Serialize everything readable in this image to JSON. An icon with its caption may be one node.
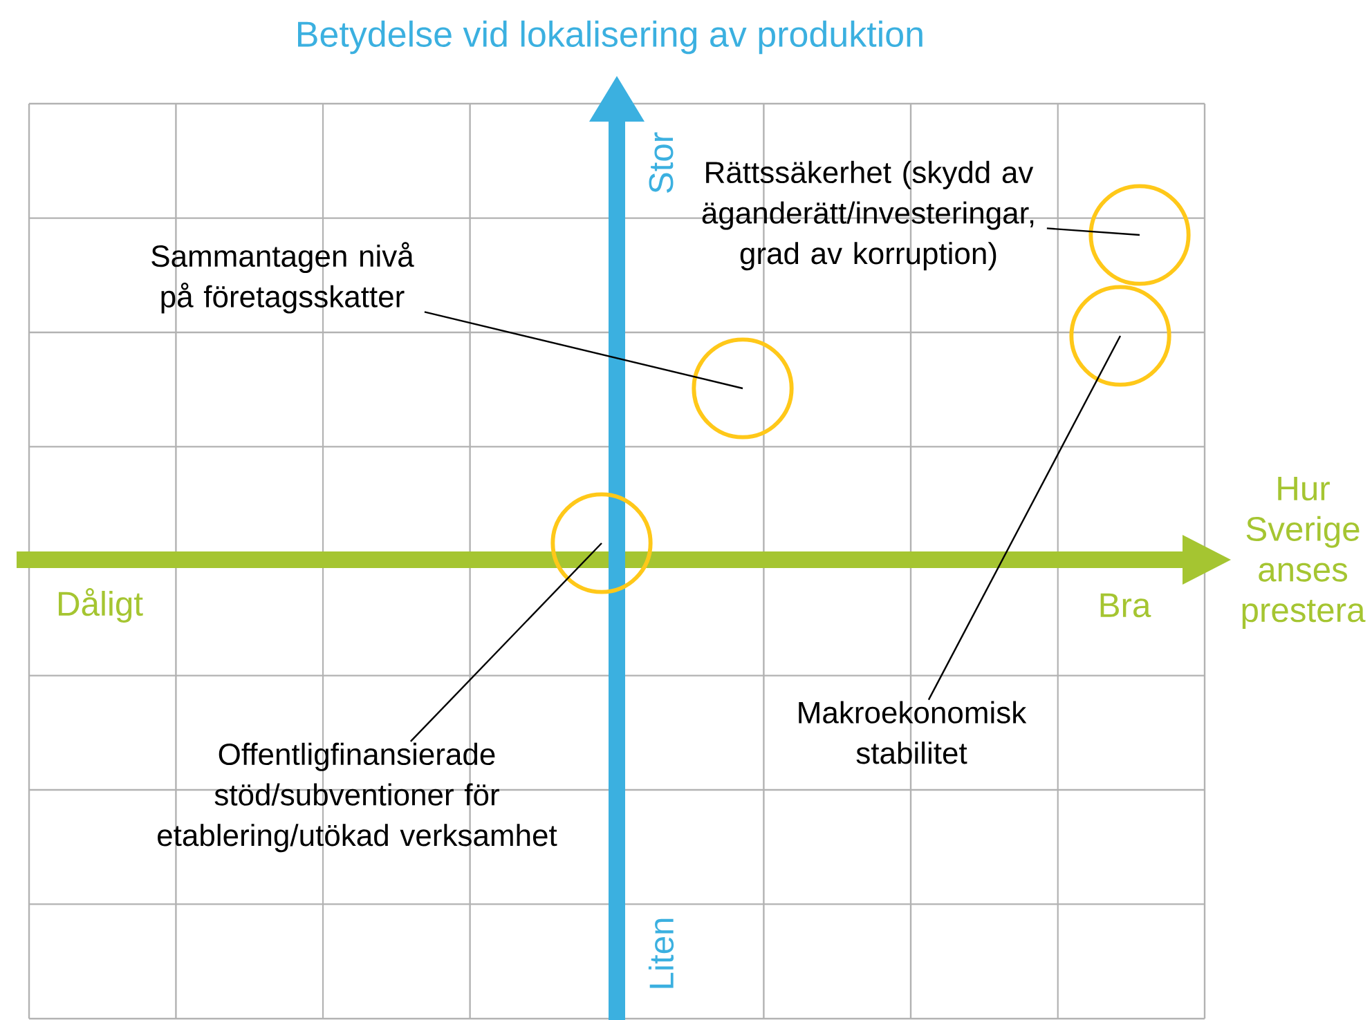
{
  "diagram": {
    "title": "Betydelse vid lokalisering av produktion",
    "nodes": [
      {
        "text": [
          "Rättssäkerhet (skydd av äganderätt/investeringar, grad av korruption)"
        ]
      },
      {
        "text": [
          "Sammantagen nivå på företagsskatter"
        ]
      },
      {
        "text": [
          "Makroekonomisk stabilitet"
        ]
      },
      {
        "text": [
          "Offentligfinansierade stöd/subventioner för etablering/utökad verksamhet"
        ]
      },
      {
        "text": [],
        "shape": "circle"
      },
      {
        "text": [],
        "shape": "circle"
      },
      {
        "text": [],
        "shape": "circle"
      },
      {
        "text": [],
        "shape": "circle"
      }
    ],
    "edges": [
      {
        "from": 0,
        "to": 7,
        "arrow": "none"
      },
      {
        "from": 1,
        "to": 5,
        "arrow": "none"
      },
      {
        "from": 2,
        "to": 6,
        "arrow": "none"
      },
      {
        "from": 3,
        "to": 4,
        "arrow": "none"
      }
    ],
    "labels": [
      "Stor",
      "Hur Sverige anses prestera",
      "Dåligt",
      "Bra",
      "Liten"
    ]
  }
}
